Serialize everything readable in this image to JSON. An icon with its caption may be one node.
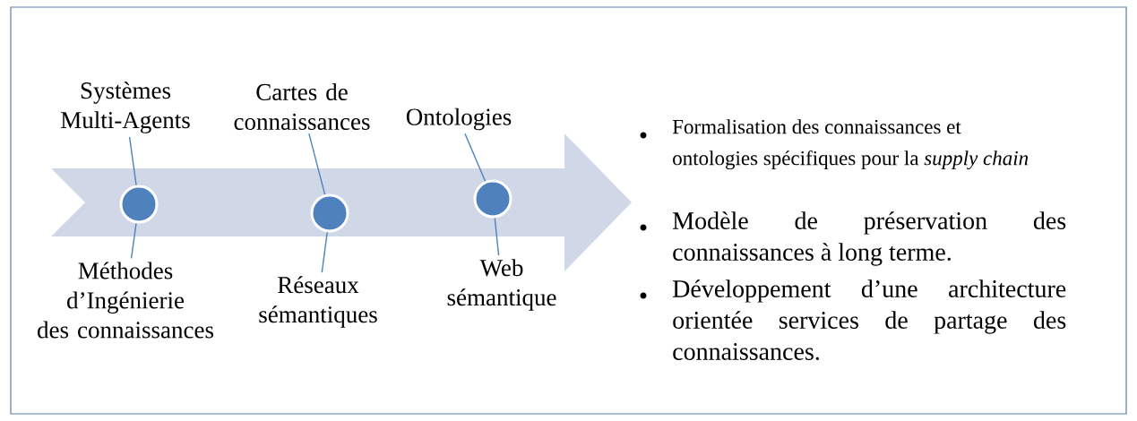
{
  "diagram": {
    "nodes": [
      {
        "text": [],
        "shape": "arrow"
      },
      {
        "text": [
          "Systèmes Multi-Agents"
        ]
      },
      {
        "text": [],
        "shape": "circle",
        "in": 0
      },
      {
        "text": [
          "Méthodes d’Ingénierie des connaissances"
        ]
      },
      {
        "text": [
          "Cartes de connaissances"
        ]
      },
      {
        "text": [],
        "shape": "circle",
        "in": 0
      },
      {
        "text": [
          "Réseaux sémantiques"
        ]
      },
      {
        "text": [
          "Ontologies"
        ]
      },
      {
        "text": [],
        "shape": "circle",
        "in": 0
      },
      {
        "text": [
          "Web sémantique"
        ]
      }
    ],
    "edges": [
      {
        "from": 1,
        "to": 2,
        "arrow": "none"
      },
      {
        "from": 3,
        "to": 2,
        "arrow": "none"
      },
      {
        "from": 4,
        "to": 5,
        "arrow": "none"
      },
      {
        "from": 6,
        "to": 5,
        "arrow": "none"
      },
      {
        "from": 7,
        "to": 8,
        "arrow": "none"
      },
      {
        "from": 9,
        "to": 8,
        "arrow": "none"
      }
    ],
    "labels": [
      "Formalisation des connaissances et ontologies spécifiques pour la *supply chain*",
      "Modèle de préservation des connaissances à long terme.",
      "Développement d’une architecture orientée services de partage des connaissances."
    ]
  }
}
